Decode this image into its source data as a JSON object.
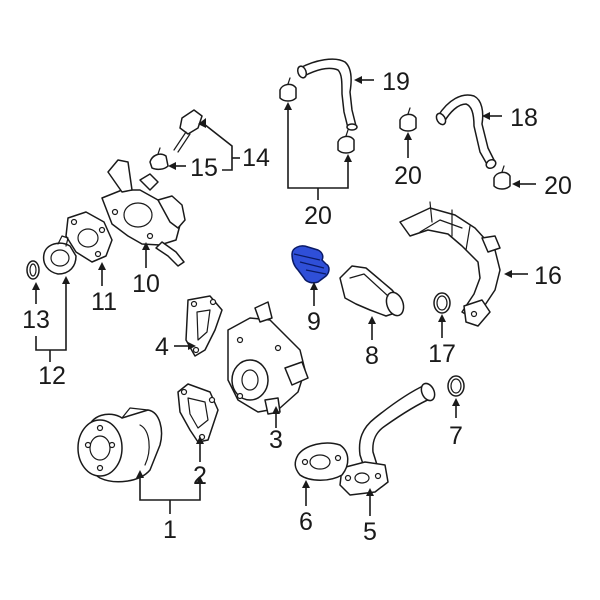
{
  "accent_color": "#2f4fd8",
  "callouts": {
    "c1": "1",
    "c2": "2",
    "c3": "3",
    "c4": "4",
    "c5": "5",
    "c6": "6",
    "c7": "7",
    "c8": "8",
    "c9": "9",
    "c10": "10",
    "c11": "11",
    "c12": "12",
    "c13": "13",
    "c14": "14",
    "c15": "15",
    "c16": "16",
    "c17": "17",
    "c18": "18",
    "c19": "19",
    "c20a": "20",
    "c20b": "20",
    "c20c": "20"
  },
  "highlighted_part": "9"
}
